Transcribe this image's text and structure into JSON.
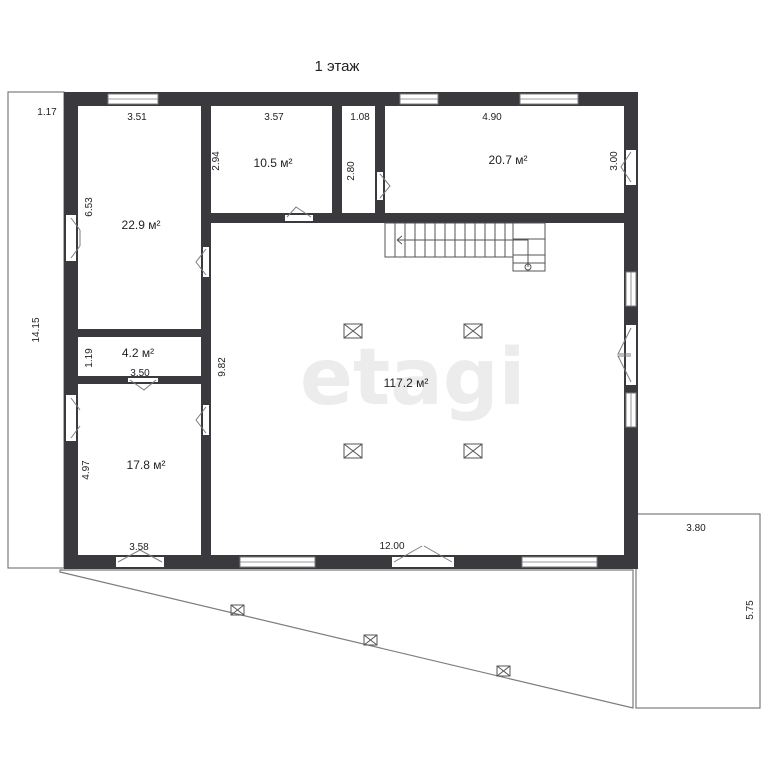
{
  "title": "1 этаж",
  "watermark": "etagi",
  "colors": {
    "wall": "#3a3a3e",
    "line": "#7c7c7c",
    "window": "#ffffff",
    "background": "#ffffff",
    "watermark": "#ececec"
  },
  "rooms": {
    "room_a": {
      "area": "22.9 м²",
      "width": "3.51",
      "height": "6.53"
    },
    "room_b": {
      "area": "10.5 м²",
      "width": "3.57",
      "height": "2.94"
    },
    "room_c": {
      "width": "1.08",
      "height": "2.80"
    },
    "room_d": {
      "area": "20.7 м²",
      "width": "4.90",
      "height": "3.00"
    },
    "room_e": {
      "area": "4.2 м²",
      "width": "3.50",
      "height": "1.19"
    },
    "room_f": {
      "area": "17.8 м²",
      "width": "3.58",
      "height": "4.97"
    },
    "hall": {
      "area": "117.2 м²",
      "width": "12.00",
      "height": "9.82"
    }
  },
  "exterior": {
    "left_strip_width": "1.17",
    "left_strip_length": "14.15",
    "right_terrace_width": "3.80",
    "right_terrace_length": "5.75"
  }
}
